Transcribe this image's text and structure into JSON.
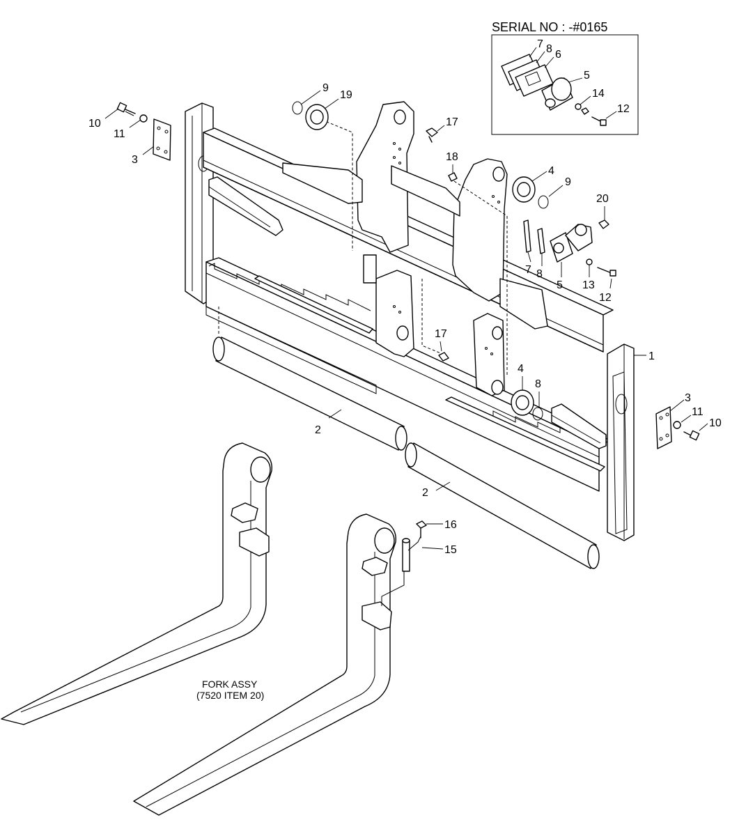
{
  "serial_label": "SERIAL NO : -#0165",
  "fork_note": {
    "line1": "FORK ASSY",
    "line2": "(7520 ITEM 20)"
  },
  "callouts": {
    "c1": "1",
    "c2a": "2",
    "c2b": "2",
    "c3a": "3",
    "c3b": "3",
    "c4a": "4",
    "c4b": "4",
    "c5a": "5",
    "c5b": "5",
    "c6": "6",
    "c7a": "7",
    "c7b": "7",
    "c8a": "8",
    "c8b": "8",
    "c8c": "8",
    "c9a": "9",
    "c9b": "9",
    "c10a": "10",
    "c10b": "10",
    "c11a": "11",
    "c11b": "11",
    "c12a": "12",
    "c12b": "12",
    "c13": "13",
    "c14": "14",
    "c15": "15",
    "c16": "16",
    "c17a": "17",
    "c17b": "17",
    "c18": "18",
    "c19": "19",
    "c20": "20"
  }
}
